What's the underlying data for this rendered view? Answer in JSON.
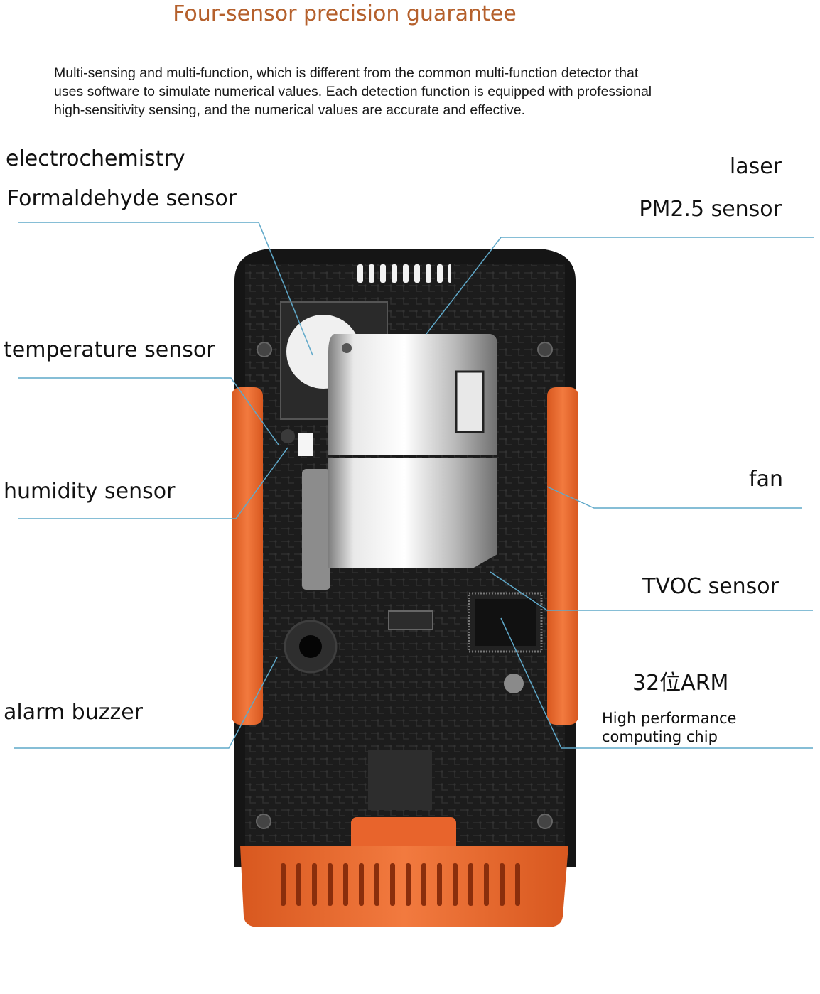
{
  "title": "Four-sensor precision guarantee",
  "description": [
    "Multi-sensing and multi-function, which is different from the common multi-function detector that",
    "uses software to simulate numerical values. Each detection function is equipped with professional",
    "high-sensitivity sensing, and the numerical values are accurate and effective."
  ],
  "labels": {
    "electrochemistry": "electrochemistry",
    "formaldehyde": "Formaldehyde sensor",
    "laser": "laser",
    "pm25": "PM2.5 sensor",
    "temperature": "temperature sensor",
    "humidity": "humidity sensor",
    "fan": "fan",
    "tvoc": "TVOC sensor",
    "arm": "32位ARM",
    "arm_sub_1": "High performance",
    "arm_sub_2": "computing chip",
    "buzzer": "alarm buzzer"
  },
  "colors": {
    "leader_line": "#5fa8c9",
    "orange": "#e8642c",
    "title": "#b5602c"
  }
}
